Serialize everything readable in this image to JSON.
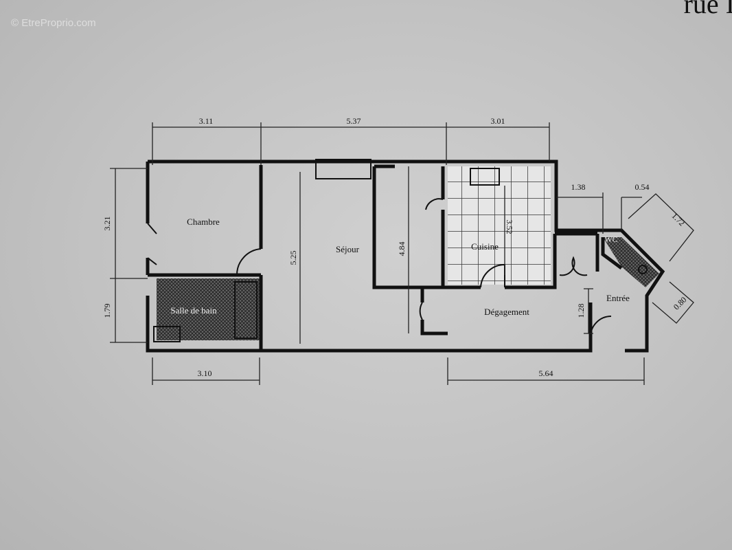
{
  "watermark": "© EtreProprio.com",
  "corner_text": "rue I",
  "rooms": {
    "chambre": "Chambre",
    "salle_de_bain": "Salle de bain",
    "sejour": "Séjour",
    "cuisine": "Cuisine",
    "degagement": "Dégagement",
    "entree": "Entrée",
    "wc": "WC"
  },
  "dimensions": {
    "top_left": "3.11",
    "top_middle": "5.37",
    "top_right": "3.01",
    "left_upper": "3.21",
    "left_lower": "1.79",
    "bottom_left": "3.10",
    "bottom_right": "5.64",
    "sejour_depth": "5.25",
    "sejour_inner": "4.84",
    "cuisine_depth": "3.52",
    "degagement_depth": "1.28",
    "wc_offset": "1.38",
    "wc_width": "0.54",
    "wc_diagonal": "1.72",
    "entree_diagonal": "0.80"
  }
}
